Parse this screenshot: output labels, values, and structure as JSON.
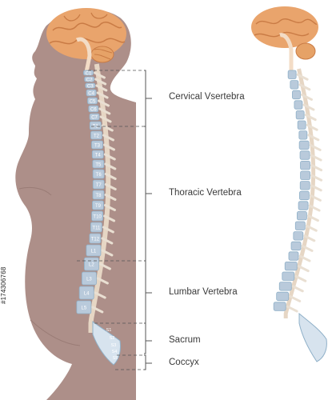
{
  "regions": {
    "cervical": "Cervical Vsertebra",
    "thoracic": "Thoracic Vertebra",
    "lumbar": "Lumbar Vertebra",
    "sacrum": "Sacrum",
    "coccyx": "Coccyx"
  },
  "vertebrae": [
    "C1",
    "C2",
    "C3",
    "C4",
    "C5",
    "C6",
    "C7",
    "T1",
    "T2",
    "T3",
    "T4",
    "T5",
    "T6",
    "T7",
    "T8",
    "T9",
    "T10",
    "T11",
    "T12",
    "L1",
    "L2",
    "L3",
    "L4",
    "L5"
  ],
  "sacral": [
    "S1",
    "S2",
    "S3",
    "S4",
    "S5"
  ],
  "stock_id": "#174306768",
  "colors": {
    "body": "#ad8f89",
    "brain": "#e9a46c",
    "vertebra": "#b7c9dc",
    "disc": "#d6e2ee",
    "cord": "#e4d4c2",
    "bracket": "#555555"
  }
}
